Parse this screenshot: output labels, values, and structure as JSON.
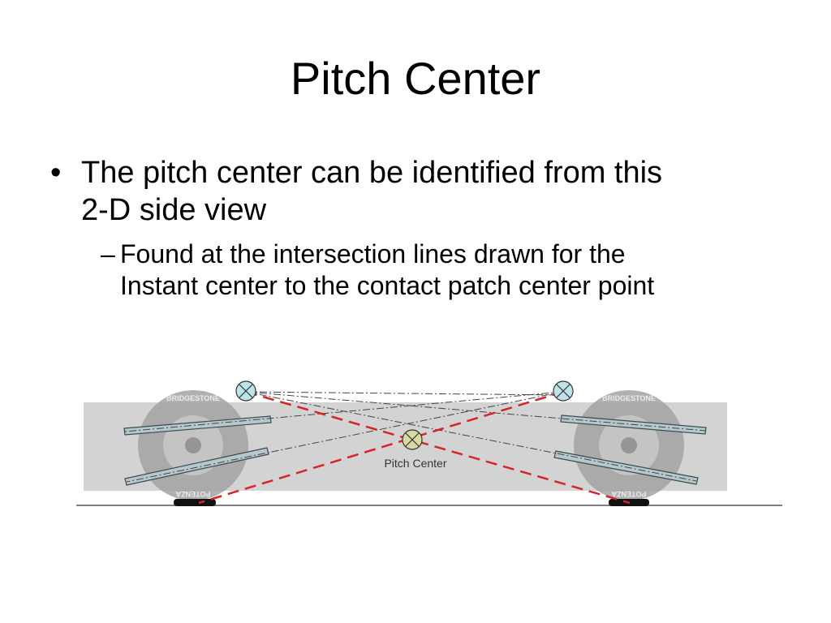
{
  "slide": {
    "title": "Pitch Center",
    "bullets": [
      {
        "marker": "•",
        "lines": [
          "The pitch center can be identified from this",
          "2-D side view"
        ],
        "sub": [
          {
            "marker": "–",
            "lines": [
              "Found at the intersection lines drawn for the",
              "Instant center to the contact patch center point"
            ]
          }
        ]
      }
    ]
  },
  "diagram": {
    "pitch_center_label": "Pitch Center",
    "tire_brand_text": "BRIDGESTONE",
    "tire_sidewall_text": "POTENZA",
    "colors": {
      "panel": "#d3d3d3",
      "tire": "#9a9a9a",
      "link_fill": "#b5c8cc",
      "link_stroke": "#3c4a50",
      "instant_center_fill": "#bfe3ea",
      "pitch_center_fill": "#dbd9a3",
      "dashed_red": "#d8232a",
      "dashdot": "#444444",
      "ground": "#555555",
      "contact_patch": "#111111"
    }
  }
}
